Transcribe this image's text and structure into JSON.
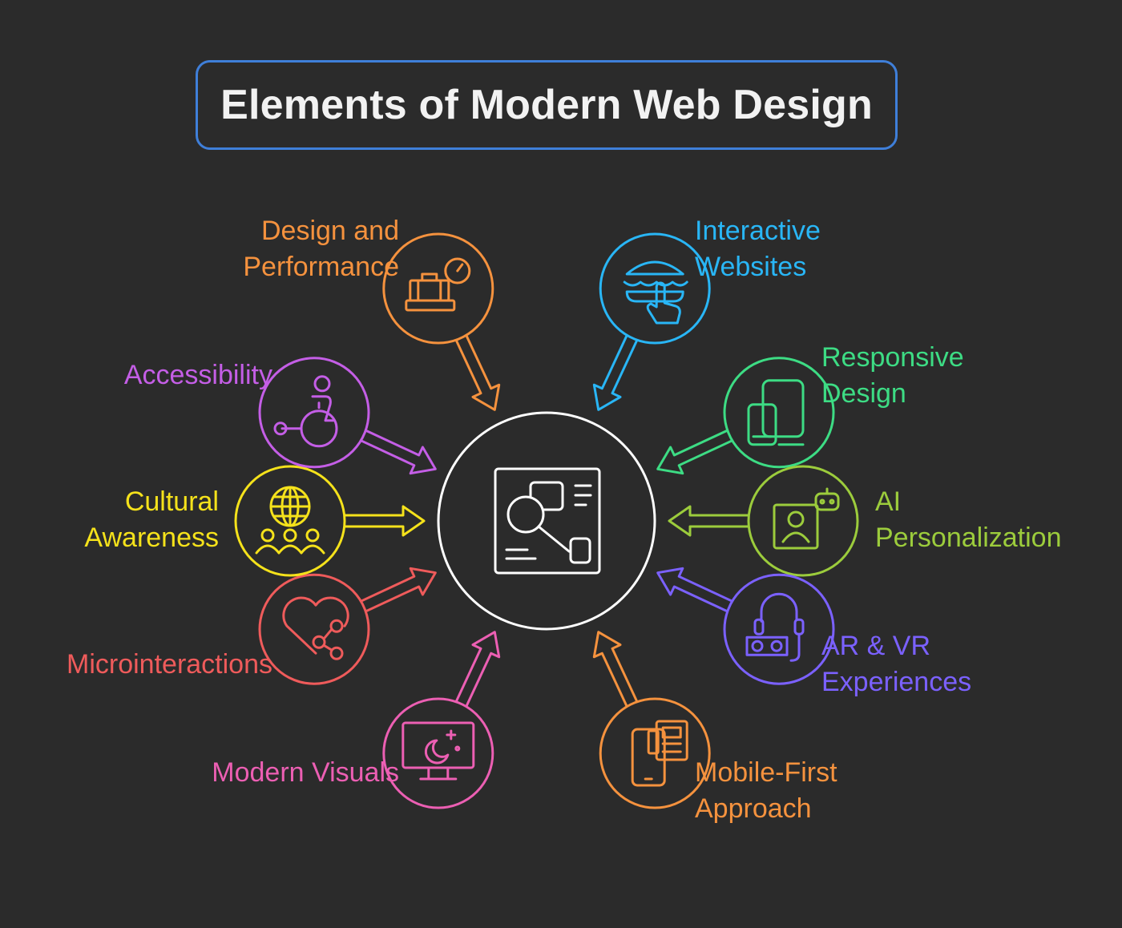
{
  "title": "Elements of Modern Web Design",
  "center": {
    "icon": "web-layout-icon",
    "color": "#ffffff"
  },
  "items": [
    {
      "id": "design-and-performance",
      "lines": [
        "Design and",
        "Performance"
      ],
      "color": "#f5923e",
      "icon": "luggage-scale-icon"
    },
    {
      "id": "interactive-websites",
      "lines": [
        "Interactive",
        "Websites"
      ],
      "color": "#29b6f6",
      "icon": "burger-menu-tap-icon"
    },
    {
      "id": "responsive-design",
      "lines": [
        "Responsive",
        "Design"
      ],
      "color": "#3ddc84",
      "icon": "devices-icon"
    },
    {
      "id": "ai-personalization",
      "lines": [
        "AI",
        "Personalization"
      ],
      "color": "#9ccc3c",
      "icon": "robot-user-icon"
    },
    {
      "id": "ar-vr-experiences",
      "lines": [
        "AR & VR",
        "Experiences"
      ],
      "color": "#7b61ff",
      "icon": "vr-headset-icon"
    },
    {
      "id": "mobile-first-approach",
      "lines": [
        "Mobile-First",
        "Approach"
      ],
      "color": "#f5923e",
      "icon": "phone-news-icon"
    },
    {
      "id": "modern-visuals",
      "lines": [
        "Modern Visuals"
      ],
      "color": "#ec5fb3",
      "icon": "monitor-moon-icon"
    },
    {
      "id": "microinteractions",
      "lines": [
        "Microinteractions"
      ],
      "color": "#ef5b5b",
      "icon": "heart-share-icon"
    },
    {
      "id": "cultural-awareness",
      "lines": [
        "Cultural",
        "Awareness"
      ],
      "color": "#f5e21b",
      "icon": "globe-people-icon"
    },
    {
      "id": "accessibility",
      "lines": [
        "Accessibility"
      ],
      "color": "#c45ee6",
      "icon": "wheelchair-icon"
    }
  ]
}
